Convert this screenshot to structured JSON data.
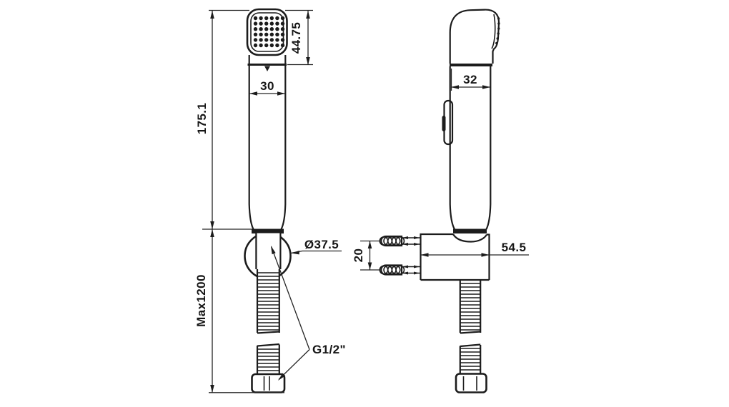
{
  "drawing": {
    "type": "technical-dimension-drawing",
    "subject": "handheld bidet sprayer with hose and wall bracket, front and side views",
    "colors": {
      "line": "#1c1c1c",
      "background": "#ffffff"
    },
    "dimensions": {
      "head_length": "44.75",
      "handle_width": "30",
      "handle_length": "175.1",
      "hose_max_length": "Max1200",
      "bracket_diameter": "Ø37.5",
      "thread_size": "G1/2\"",
      "side_width": "32",
      "screw_spacing": "20",
      "bracket_width": "54.5"
    }
  }
}
